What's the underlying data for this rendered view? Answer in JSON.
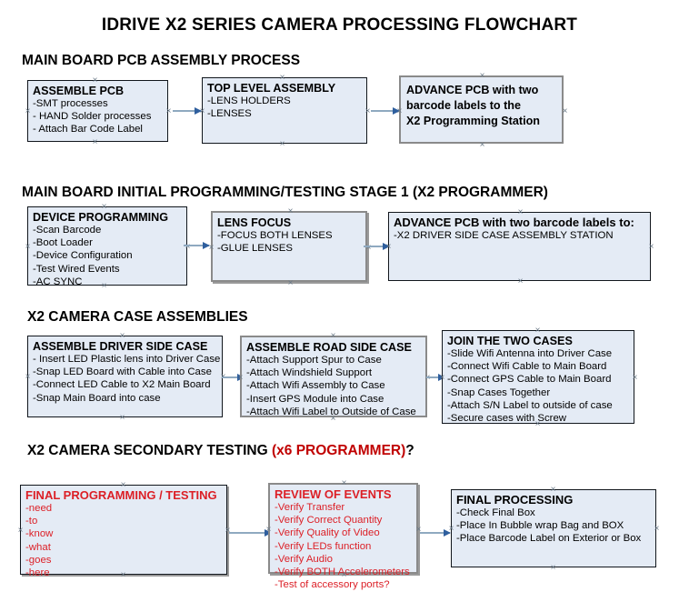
{
  "title": "IDRIVE X2  SERIES CAMERA PROCESSING FLOWCHART",
  "colors": {
    "box_fill": "#e4ebf5",
    "box_border_black": "#11161c",
    "box_border_gray": "#8a8a8a",
    "arrow_line": "#8fa9c0",
    "arrow_head": "#2f5f9e",
    "red_text": "#dc1f26",
    "heading_red": "#c00000",
    "text": "#000000",
    "background": "#ffffff"
  },
  "sections": [
    {
      "heading": "MAIN BOARD PCB ASSEMBLY PROCESS",
      "heading_suffix": "",
      "boxes": [
        {
          "title": "ASSEMBLE PCB",
          "items": [
            "-SMT processes",
            "- HAND Solder processes",
            "- Attach Bar Code Label"
          ]
        },
        {
          "title": "TOP LEVEL ASSEMBLY",
          "items": [
            "-LENS HOLDERS",
            "-LENSES"
          ]
        },
        {
          "title_lines": [
            "ADVANCE PCB with two",
            "barcode labels to the",
            " X2 Programming Station"
          ],
          "items": []
        }
      ]
    },
    {
      "heading": "MAIN BOARD INITIAL PROGRAMMING/TESTING STAGE 1 (X2 PROGRAMMER)",
      "heading_suffix": "",
      "boxes": [
        {
          "title": "DEVICE PROGRAMMING",
          "items": [
            "-Scan Barcode",
            "-Boot Loader",
            "-Device Configuration",
            "-Test Wired Events",
            "-AC SYNC"
          ]
        },
        {
          "title": "LENS FOCUS",
          "items": [
            "-FOCUS BOTH LENSES",
            "-GLUE LENSES"
          ]
        },
        {
          "title": "ADVANCE PCB with two barcode labels to:",
          "items": [
            "-X2 DRIVER  SIDE  CASE  ASSEMBLY STATION"
          ]
        }
      ]
    },
    {
      "heading": "X2 CAMERA CASE ASSEMBLIES",
      "heading_suffix": "",
      "boxes": [
        {
          "title": "ASSEMBLE DRIVER SIDE CASE",
          "items": [
            "- Insert LED Plastic lens into Driver Case",
            "-Snap LED Board with Cable into Case",
            "-Connect LED Cable to X2 Main Board",
            "-Snap Main Board into case"
          ]
        },
        {
          "title": "ASSEMBLE ROAD SIDE CASE",
          "items": [
            "-Attach Support Spur to Case",
            "-Attach Windshield Support",
            "-Attach Wifi Assembly to Case",
            "-Insert GPS Module into Case",
            "-Attach Wifi Label to Outside of Case"
          ]
        },
        {
          "title": "JOIN THE TWO CASES",
          "items": [
            "-Slide Wifi Antenna into Driver Case",
            "-Connect Wifi Cable to Main Board",
            "-Connect GPS Cable to Main Board",
            "-Snap Cases Together",
            "-Attach S/N Label to outside of case",
            "-Secure cases with Screw"
          ]
        }
      ]
    },
    {
      "heading": "X2 CAMERA SECONDARY TESTING ",
      "heading_red": "(x6 PROGRAMMER)",
      "heading_suffix": "?",
      "boxes": [
        {
          "title": "FINAL PROGRAMMING / TESTING",
          "items": [
            "-need",
            "-to",
            "-know",
            "-what",
            "-goes",
            "-here"
          ]
        },
        {
          "title": "REVIEW OF EVENTS",
          "items": [
            "-Verify Transfer",
            "-Verify Correct Quantity",
            "-Verify Quality of Video",
            "-Verify LEDs function",
            "-Verify Audio",
            "-Verify BOTH Accelerometers",
            "-Test of accessory ports?"
          ]
        },
        {
          "title": "FINAL PROCESSING",
          "items": [
            " -Check Final Box",
            "-Place In Bubble wrap Bag and BOX",
            "-Place Barcode Label on Exterior or Box"
          ]
        }
      ]
    }
  ]
}
